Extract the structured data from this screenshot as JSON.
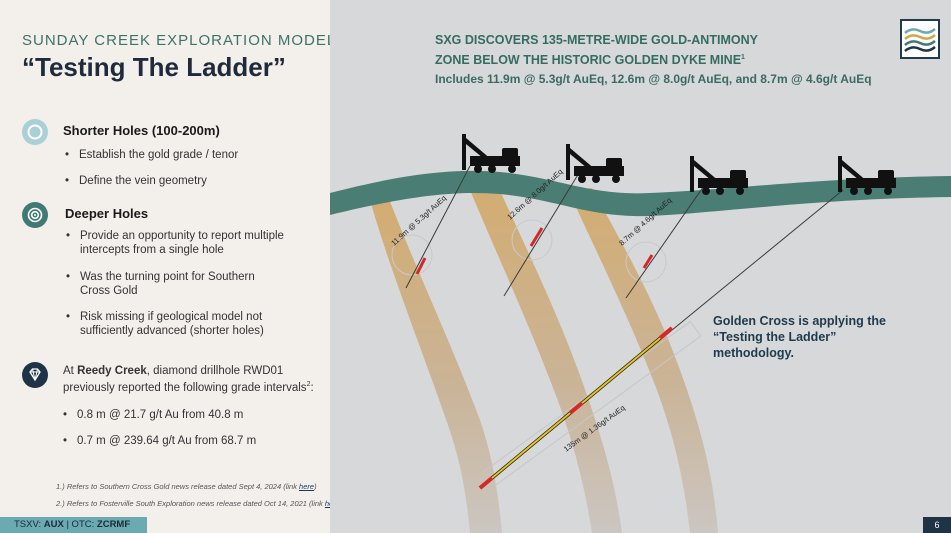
{
  "left": {
    "kicker": "SUNDAY CREEK EXPLORATION MODEL",
    "title": "“Testing The Ladder”",
    "section1": {
      "heading": "Shorter Holes (100-200m)",
      "bullets": [
        "Establish the gold grade / tenor",
        "Define the vein geometry"
      ]
    },
    "section2": {
      "heading": "Deeper Holes",
      "bullets": [
        "Provide an opportunity to report multiple intercepts from a single hole",
        "Was the turning point for Southern Cross Gold",
        "Risk missing if geological model not sufficiently advanced (shorter holes)"
      ]
    },
    "section3": {
      "text_pre": "At ",
      "text_bold": "Reedy Creek",
      "text_mid": ", diamond drillhole RWD01 previously reported the following grade intervals",
      "sup": "2",
      "text_post": ":",
      "bullets": [
        "0.8 m @ 21.7 g/t Au from 40.8 m",
        "0.7 m @ 239.64 g/t Au from 68.7 m"
      ]
    },
    "footnotes": {
      "f1_text": "1.) Refers to Southern Cross Gold news release dated Sept 4, 2024 (link ",
      "f1_link": "here",
      "f1_end": ")",
      "f2_text": "2.) Refers to Fosterville South Exploration news release dated Oct 14, 2021 (link ",
      "f2_link": "here",
      "f2_end": ")"
    },
    "ticker": {
      "tsxv_label": "TSXV: ",
      "tsxv": "AUX",
      "sep": " | OTC: ",
      "otc": "ZCRMF"
    }
  },
  "right": {
    "headline_line1": "SXG DISCOVERS 135-METRE-WIDE GOLD-ANTIMONY",
    "headline_line2": "ZONE BELOW THE HISTORIC GOLDEN DYKE MINE",
    "headline_sup": "1",
    "subline": "Includes 11.9m @ 5.3g/t AuEq,  12.6m @ 8.0g/t AuEq,  and  8.7m @ 4.6g/t AuEq",
    "intercepts": [
      "11.9m @ 5.3g/t AuEq",
      "12.6m @ 8.0g/t AuEq",
      "8.7m @ 4.6g/t AuEq",
      "135m @ 1.36g/t AuEq"
    ],
    "callout": "Golden Cross is applying the “Testing the Ladder” methodology.",
    "page_number": "6"
  },
  "colors": {
    "ground": "#4a7d73",
    "vein": "#c9a063",
    "accent_red": "#d62828",
    "icon_teal_light": "#a8d0d6",
    "icon_teal_dark": "#3f7a74",
    "icon_navy": "#1e3446"
  },
  "icons": [
    "target-icon-light",
    "target-icon-dark",
    "diamond-icon",
    "drill-rig-icon",
    "company-logo-icon"
  ]
}
